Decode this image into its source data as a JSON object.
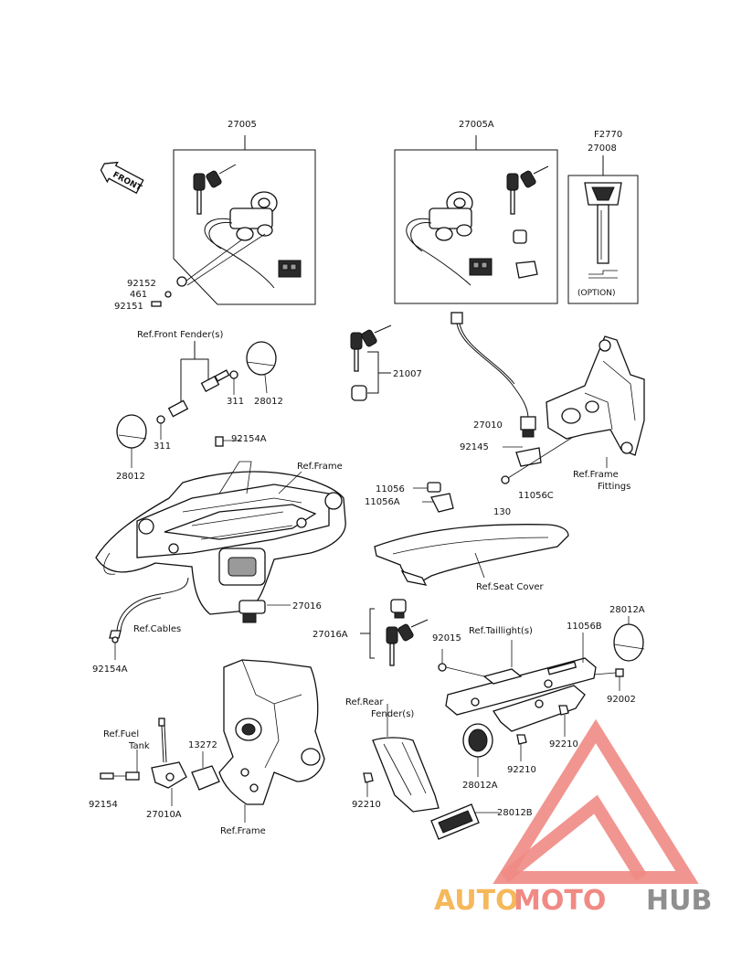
{
  "labels": {
    "p27005": "27005",
    "p27005A": "27005A",
    "pF2770": "F2770",
    "p27008": "27008",
    "option": "(OPTION)",
    "front": "FRONT",
    "p92152": "92152",
    "p461": "461",
    "p92151": "92151",
    "refFrontFender": "Ref.Front Fender(s)",
    "p311a": "311",
    "p28012a": "28012",
    "p311b": "311",
    "p28012b": "28012",
    "p21007": "21007",
    "p27010": "27010",
    "p92145": "92145",
    "p130": "130",
    "p11056C": "11056C",
    "refFrameFittings1": "Ref.Frame",
    "refFrameFittings2": "Fittings",
    "p92154A_top": "92154A",
    "refFrame1": "Ref.Frame",
    "p11056": "11056",
    "p11056A": "11056A",
    "refSeatCover": "Ref.Seat Cover",
    "refCables": "Ref.Cables",
    "p27016": "27016",
    "p92154A_bot": "92154A",
    "p27016A": "27016A",
    "p92015": "92015",
    "refTaillight": "Ref.Taillight(s)",
    "p11056B": "11056B",
    "p28012A_top": "28012A",
    "p92002": "92002",
    "p92210a": "92210",
    "p92210b": "92210",
    "p28012A_bot": "28012A",
    "refRearFender1": "Ref.Rear",
    "refRearFender2": "Fender(s)",
    "p92210c": "92210",
    "p28012B": "28012B",
    "refFuelTank1": "Ref.Fuel",
    "refFuelTank2": "Tank",
    "p13272": "13272",
    "p92154": "92154",
    "p27010A": "27010A",
    "refFrame2": "Ref.Frame"
  },
  "watermark": {
    "part1": "AUTO",
    "part2": "MOTO",
    "part3": "HUB",
    "color1": "#f5b85a",
    "color2": "#f08a84",
    "color3": "#8f8f8f"
  }
}
